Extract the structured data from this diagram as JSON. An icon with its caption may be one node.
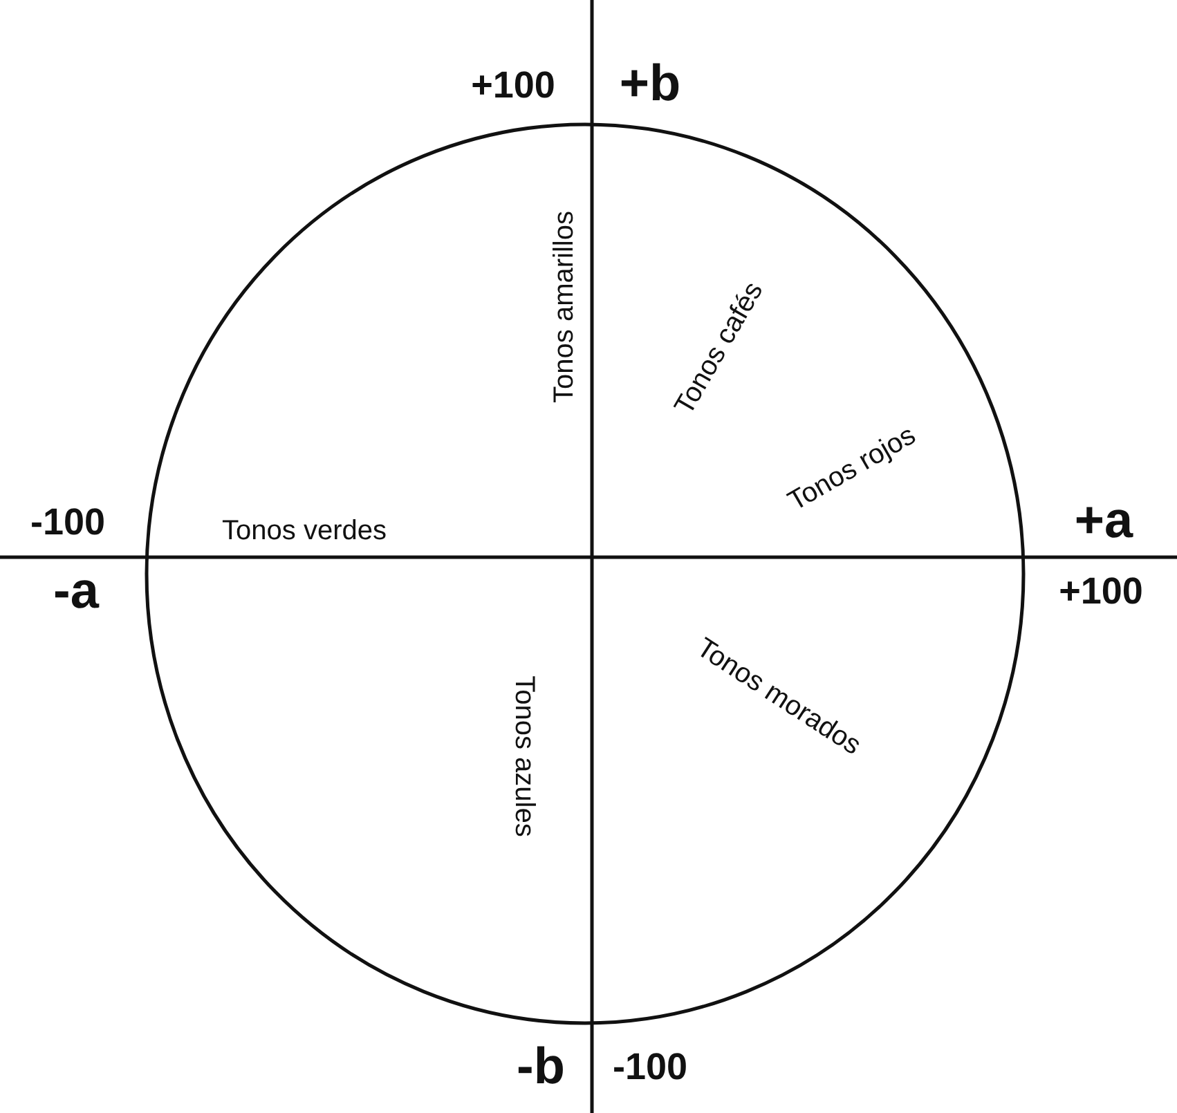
{
  "diagram": {
    "labels": [
      "+100",
      "+b",
      "Tonos amarillos",
      "Tonos cafés",
      "Tonos rojos",
      "-100",
      "Tonos verdes",
      "+a",
      "-a",
      "+100",
      "Tonos azules",
      "Tonos morados",
      "-b",
      "-100"
    ]
  }
}
